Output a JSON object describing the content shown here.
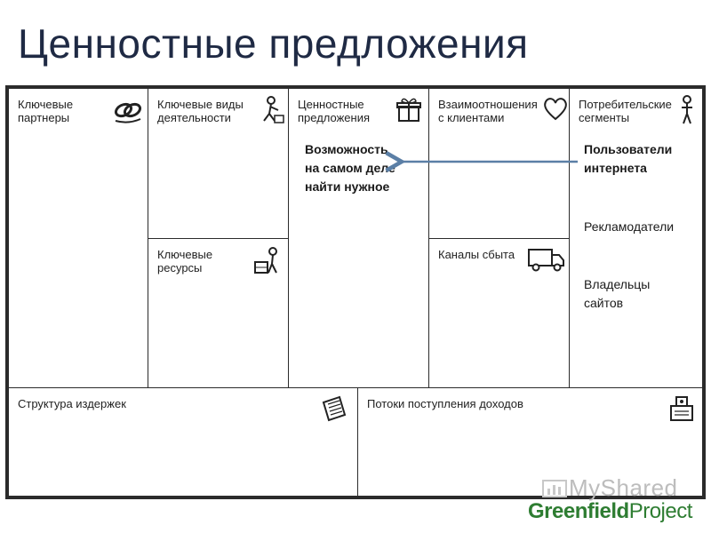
{
  "slide": {
    "title": "Ценностные предложения"
  },
  "canvas": {
    "blocks": {
      "key_partners": "Ключевые\nпартнеры",
      "key_activities": "Ключевые виды\nдеятельности",
      "value_propositions": "Ценностные\nпредложения",
      "customer_relationships": "Взаимоотношения\nс клиентами",
      "customer_segments": "Потребительские\nсегменты",
      "key_resources": "Ключевые\nресурсы",
      "channels": "Каналы сбыта",
      "cost_structure": "Структура издержек",
      "revenue_streams": "Потоки поступления доходов"
    },
    "value_proposition_text": {
      "line1": "Возможность",
      "line2": "на самом деле",
      "line3": "найти нужное"
    },
    "segments": {
      "item1_line1": "Пользователи",
      "item1_line2": "интернета",
      "item2": "Рекламодатели",
      "item3_line1": "Владельцы",
      "item3_line2": "сайтов"
    },
    "arrow_color": "#5b7fa6"
  },
  "watermark": {
    "text": "MyShared",
    "brand_part1": "Greenfield",
    "brand_part2": "Project"
  },
  "colors": {
    "title": "#1f2a44",
    "border": "#2b2b2b",
    "brand_green": "#2e7d32",
    "watermark_gray": "#bdbdbd"
  }
}
